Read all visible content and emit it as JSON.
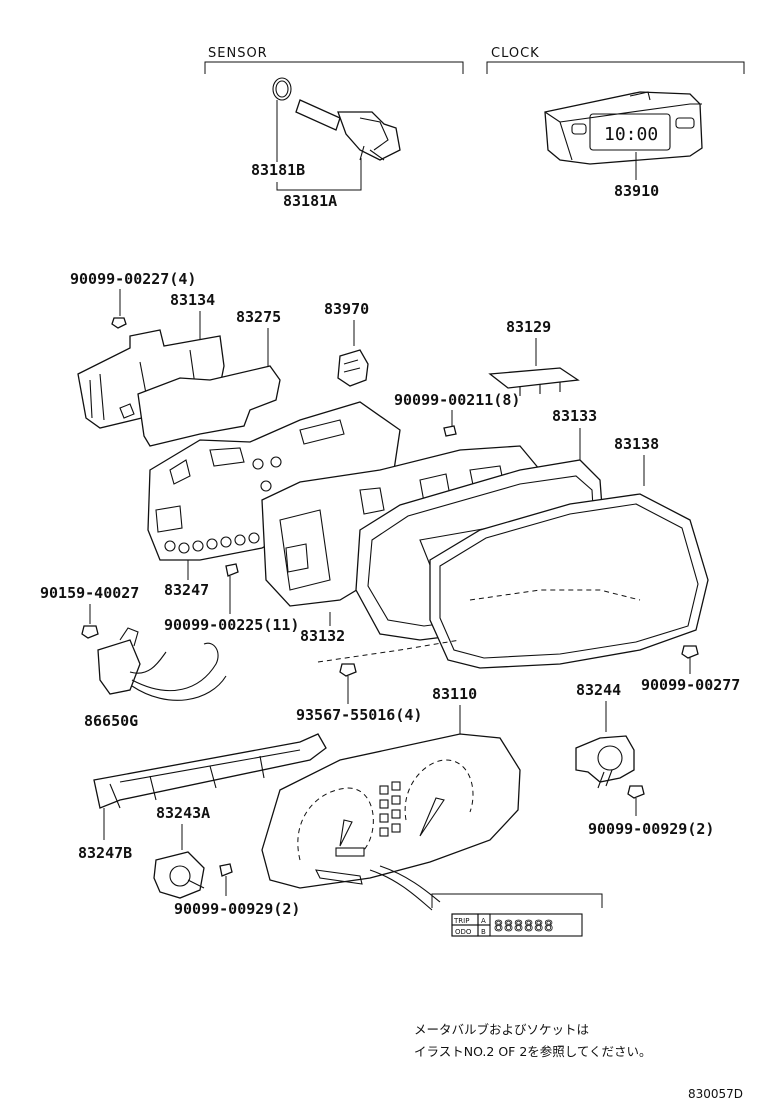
{
  "headers": {
    "sensor": "SENSOR",
    "clock": "CLOCK"
  },
  "clock_display": "10:00",
  "parts": {
    "p83181B": "83181B",
    "p83181A": "83181A",
    "p83910": "83910",
    "p90099_00227": "90099-00227(4)",
    "p83134": "83134",
    "p83275": "83275",
    "p83970": "83970",
    "p83129": "83129",
    "p90099_00211": "90099-00211(8)",
    "p83133": "83133",
    "p83138": "83138",
    "p83247": "83247",
    "p90159_40027": "90159-40027",
    "p90099_00225": "90099-00225(11)",
    "p83132": "83132",
    "p86650G": "86650G",
    "p93567_55016": "93567-55016(4)",
    "p83110": "83110",
    "p83244": "83244",
    "p90099_00277": "90099-00277",
    "p83243A": "83243A",
    "p83247B": "83247B",
    "p90099_00929_a": "90099-00929(2)",
    "p90099_00929_b": "90099-00929(2)"
  },
  "odometer": {
    "trip": "TRIP",
    "odo": "ODO",
    "a": "A",
    "b": "B",
    "digits": "888888"
  },
  "note": {
    "line1": "メータバルブおよびソケットは",
    "line2": "イラストNO.2 OF 2を参照してください。"
  },
  "diagram_code": "830057D"
}
